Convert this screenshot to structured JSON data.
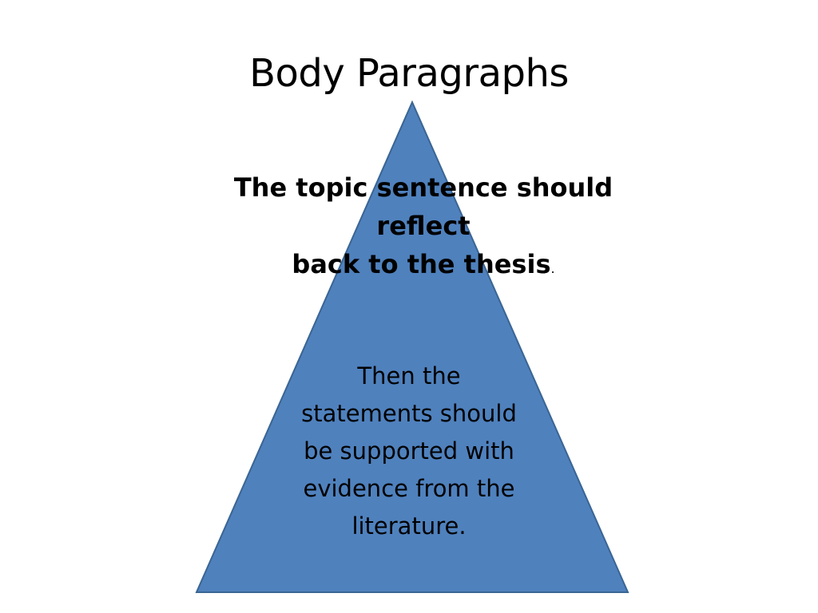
{
  "slide": {
    "title": "Body Paragraphs",
    "triangle_color": "#4F81BD",
    "triangle_border": "#3A6593"
  },
  "topic": {
    "lines": [
      "The topic sentence should",
      "reflect",
      "back to the thesis"
    ],
    "period": "."
  },
  "support": {
    "lines": [
      "Then the",
      "statements should",
      "be supported with",
      "evidence from the",
      "literature."
    ]
  }
}
